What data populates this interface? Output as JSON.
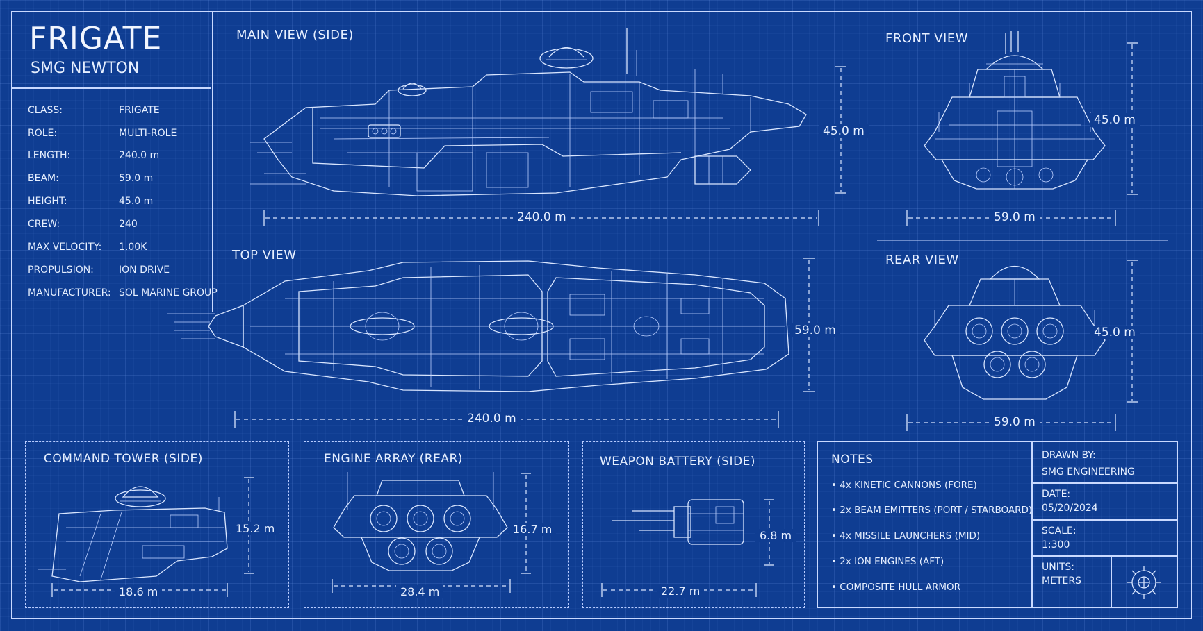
{
  "title_block": {
    "title": "FRIGATE",
    "subtitle": "SMG NEWTON"
  },
  "specs": [
    {
      "label": "CLASS:",
      "value": "FRIGATE"
    },
    {
      "label": "ROLE:",
      "value": "MULTI-ROLE"
    },
    {
      "label": "LENGTH:",
      "value": "240.0 m"
    },
    {
      "label": "BEAM:",
      "value": "59.0 m"
    },
    {
      "label": "HEIGHT:",
      "value": "45.0 m"
    },
    {
      "label": "CREW:",
      "value": "240"
    },
    {
      "label": "MAX VELOCITY:",
      "value": "1.00K"
    },
    {
      "label": "PROPULSION:",
      "value": "ION DRIVE"
    },
    {
      "label": "MANUFACTURER:",
      "value": "SOL MARINE GROUP"
    }
  ],
  "views": {
    "main": {
      "title": "MAIN VIEW (SIDE)",
      "width": "240.0 m",
      "height": "45.0 m"
    },
    "top": {
      "title": "TOP VIEW",
      "width": "240.0 m",
      "height": "59.0 m"
    },
    "front": {
      "title": "FRONT VIEW",
      "width": "59.0 m",
      "height": "45.0 m"
    },
    "rear": {
      "title": "REAR VIEW",
      "width": "59.0 m",
      "height": "45.0 m"
    }
  },
  "details": [
    {
      "title": "COMMAND TOWER (SIDE)",
      "width": "18.6 m",
      "height": "15.2 m"
    },
    {
      "title": "ENGINE ARRAY (REAR)",
      "width": "28.4 m",
      "height": "16.7 m"
    },
    {
      "title": "WEAPON BATTERY (SIDE)",
      "width": "22.7 m",
      "height": "6.8 m"
    }
  ],
  "notes": {
    "title": "NOTES",
    "items": [
      "4x KINETIC CANNONS (FORE)",
      "2x BEAM EMITTERS (PORT / STARBOARD)",
      "4x MISSILE LAUNCHERS (MID)",
      "2x ION ENGINES (AFT)",
      "COMPOSITE HULL ARMOR"
    ]
  },
  "drawing_info": {
    "drawn_by_label": "DRAWN BY:",
    "drawn_by": "SMG ENGINEERING",
    "date_label": "DATE:",
    "date": "05/20/2024",
    "scale_label": "SCALE:",
    "scale": "1:300",
    "units_label": "UNITS:",
    "units": "METERS",
    "logo_icon": "gear-icon"
  },
  "colors": {
    "background": "#0f3d92",
    "line": "#d9e6ff"
  }
}
